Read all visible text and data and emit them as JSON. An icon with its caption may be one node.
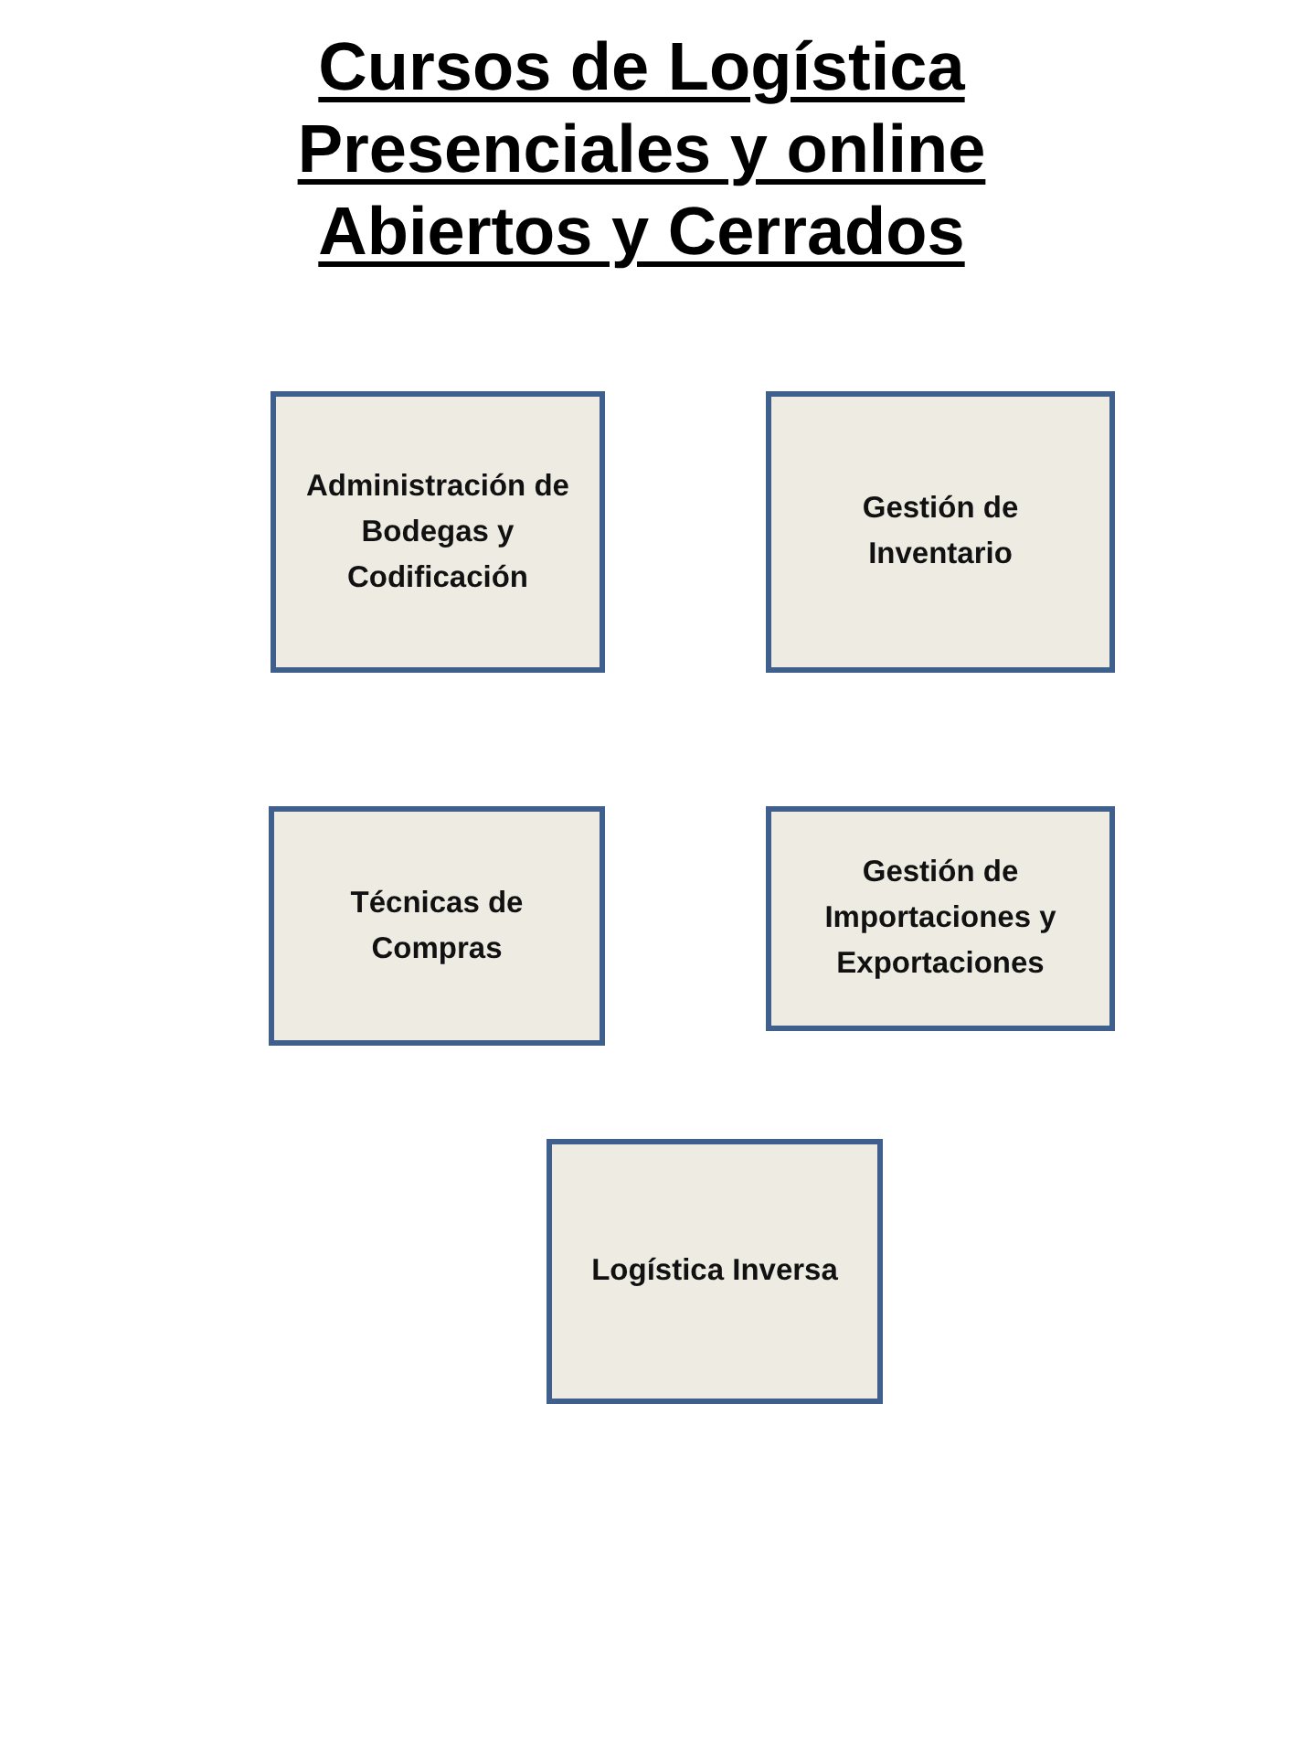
{
  "diagram": {
    "title": "Cursos de Logística Presenciales y online Abiertos y Cerrados",
    "nodes": [
      {
        "text": [
          "Administración de Bodegas y Codificación"
        ]
      },
      {
        "text": [
          "Gestión de Inventario"
        ]
      },
      {
        "text": [
          "Técnicas de Compras"
        ]
      },
      {
        "text": [
          "Gestión de Importaciones y Exportaciones"
        ]
      },
      {
        "text": [
          "Logística Inversa"
        ]
      }
    ]
  }
}
